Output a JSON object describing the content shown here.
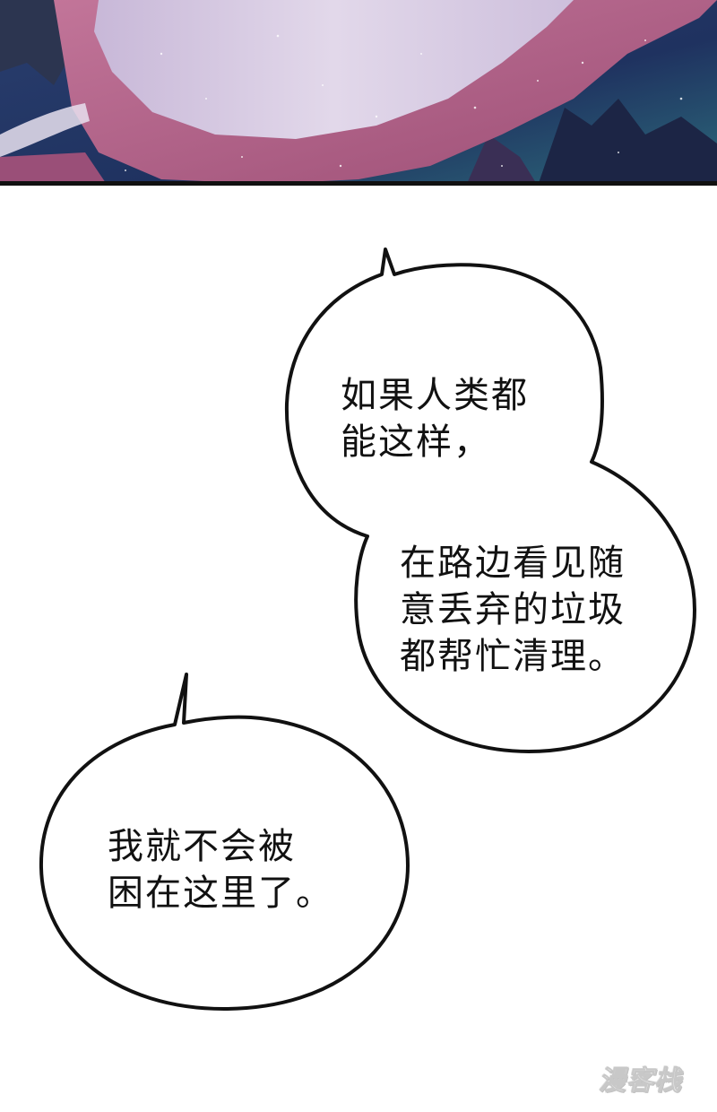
{
  "panel_top": {
    "scene": "illustrated-cosmic-background"
  },
  "bubbles": [
    {
      "id": "bubble-upper-top",
      "text": "如果人类都\n能这样，"
    },
    {
      "id": "bubble-upper-bottom",
      "text": "在路边看见随\n意丢弃的垃圾\n都帮忙清理。"
    },
    {
      "id": "bubble-lower",
      "text": "我就不会被\n困在这里了。"
    }
  ],
  "watermark": {
    "text": "漫客栈"
  },
  "colors": {
    "page_background": "#ffffff",
    "bubble_fill": "#ffffff",
    "bubble_stroke": "#111111",
    "text": "#111111",
    "sky_dark": "#1f2f5c",
    "sky_teal": "#2b5a70",
    "cloth_pink": "#b86a8c",
    "cloth_light": "#d8cde0"
  }
}
